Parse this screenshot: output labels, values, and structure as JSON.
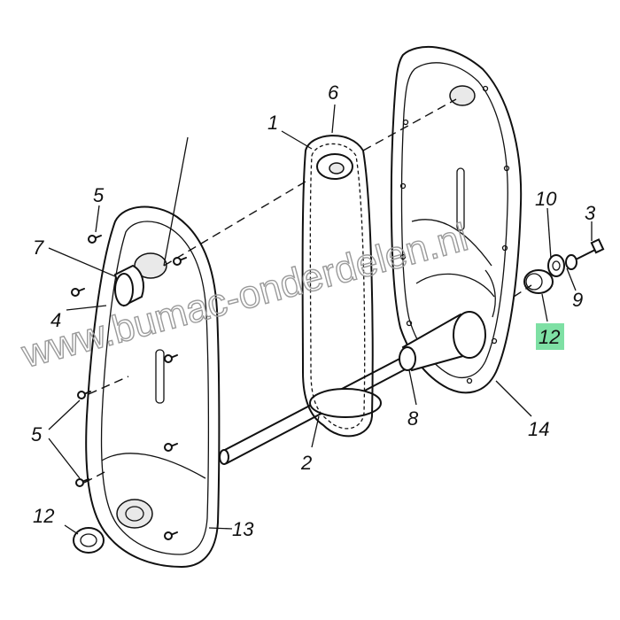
{
  "watermark": "www.bumac-onderdelen.nl",
  "callouts": [
    {
      "id": "c1",
      "text": "1"
    },
    {
      "id": "c6",
      "text": "6"
    },
    {
      "id": "c5a",
      "text": "5"
    },
    {
      "id": "c7",
      "text": "7"
    },
    {
      "id": "c4",
      "text": "4"
    },
    {
      "id": "c5b",
      "text": "5"
    },
    {
      "id": "c10",
      "text": "10"
    },
    {
      "id": "c3",
      "text": "3"
    },
    {
      "id": "c9",
      "text": "9"
    },
    {
      "id": "c12a",
      "text": "12",
      "highlight": true
    },
    {
      "id": "c8",
      "text": "8"
    },
    {
      "id": "c14",
      "text": "14"
    },
    {
      "id": "c2",
      "text": "2"
    },
    {
      "id": "c12b",
      "text": "12"
    },
    {
      "id": "c13",
      "text": "13"
    }
  ],
  "colors": {
    "highlight": "#7ee0a4",
    "ink": "#111111",
    "watermark": "#9a9a9a"
  }
}
